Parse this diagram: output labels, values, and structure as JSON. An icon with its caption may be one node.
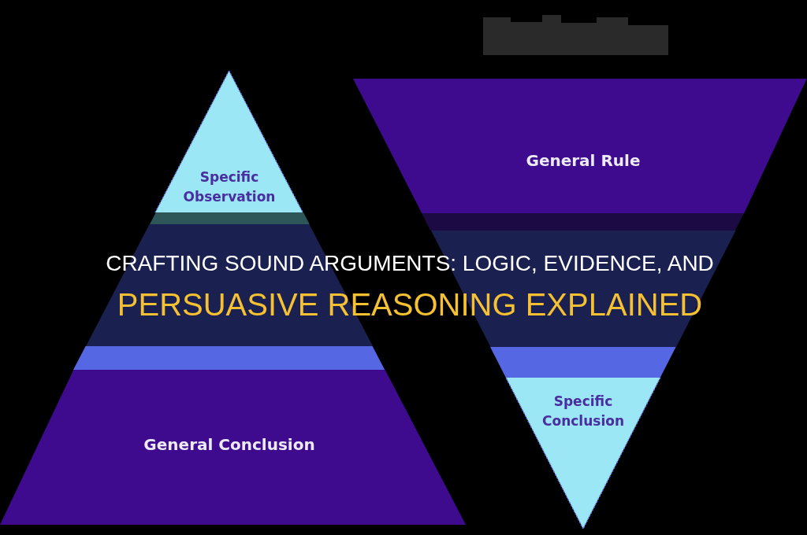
{
  "diagram": {
    "title": "CRAFTING SOUND ARGUMENTS: LOGIC, EVIDENCE, AND PERSUASIVE REASONING EXPLAINED",
    "nodes": [
      {
        "text": [],
        "shape": "box"
      },
      {
        "text": [
          "Specific Observation"
        ]
      },
      {
        "text": [],
        "shape": "band"
      },
      {
        "text": [],
        "shape": "band"
      },
      {
        "text": [],
        "shape": "band"
      },
      {
        "text": [
          "General Conclusion"
        ]
      },
      {
        "text": [
          "General Rule"
        ]
      },
      {
        "text": [],
        "shape": "band"
      },
      {
        "text": [],
        "shape": "band"
      },
      {
        "text": [],
        "shape": "band"
      },
      {
        "text": [
          "Specific Conclusion"
        ]
      }
    ]
  }
}
